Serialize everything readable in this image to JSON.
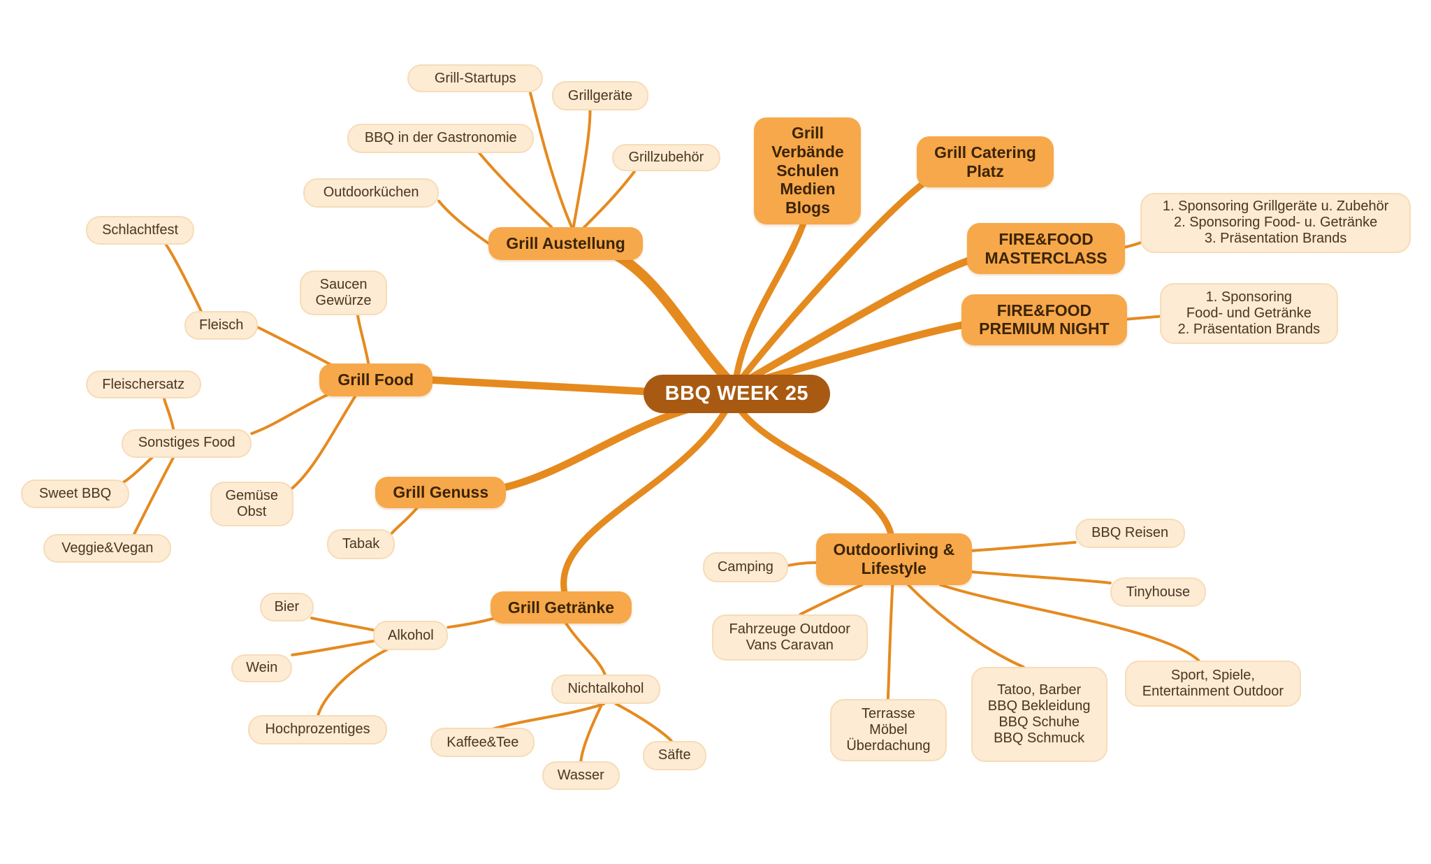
{
  "colors": {
    "root": "#a85a12",
    "main": "#f7a84a",
    "sub": "#fdebd3",
    "edge": "#e58a1f"
  },
  "nodes": {
    "root": "BBQ WEEK 25",
    "grill_austellung": "Grill Austellung",
    "grill_startups": "Grill-Startups",
    "grillgeraete": "Grillgeräte",
    "bbq_gastronomie": "BBQ in der Gastronomie",
    "grillzubehoer": "Grillzubehör",
    "outdoorkuechen": "Outdoorküchen",
    "grill_verbaende": "Grill\nVerbände\nSchulen\nMedien\nBlogs",
    "grill_catering": "Grill Catering\nPlatz",
    "masterclass": "FIRE&FOOD\nMASTERCLASS",
    "masterclass_detail": "1. Sponsoring Grillgeräte u. Zubehör\n2. Sponsoring Food- u. Getränke\n3. Präsentation Brands",
    "premium_night": "FIRE&FOOD\nPREMIUM NIGHT",
    "premium_detail": "1. Sponsoring\nFood- und Getränke\n2. Präsentation Brands",
    "grill_food": "Grill Food",
    "schlachtfest": "Schlachtfest",
    "fleisch": "Fleisch",
    "saucen": "Saucen\nGewürze",
    "fleischersatz": "Fleischersatz",
    "sonstiges_food": "Sonstiges Food",
    "sweet_bbq": "Sweet BBQ",
    "veggie": "Veggie&Vegan",
    "gemuese": "Gemüse\nObst",
    "grill_genuss": "Grill Genuss",
    "tabak": "Tabak",
    "grill_getraenke": "Grill Getränke",
    "alkohol": "Alkohol",
    "bier": "Bier",
    "wein": "Wein",
    "hochprozentiges": "Hochprozentiges",
    "nichtalkohol": "Nichtalkohol",
    "kaffee": "Kaffee&Tee",
    "wasser": "Wasser",
    "saefte": "Säfte",
    "outdoorliving": "Outdoorliving &\nLifestyle",
    "camping": "Camping",
    "fahrzeuge": "Fahrzeuge Outdoor\nVans Caravan",
    "terrasse": "Terrasse\nMöbel\nÜberdachung",
    "tatoo": "Tatoo, Barber\nBBQ Bekleidung\nBBQ Schuhe\nBBQ Schmuck",
    "sport": "Sport, Spiele,\nEntertainment Outdoor",
    "bbq_reisen": "BBQ Reisen",
    "tinyhouse": "Tinyhouse"
  }
}
